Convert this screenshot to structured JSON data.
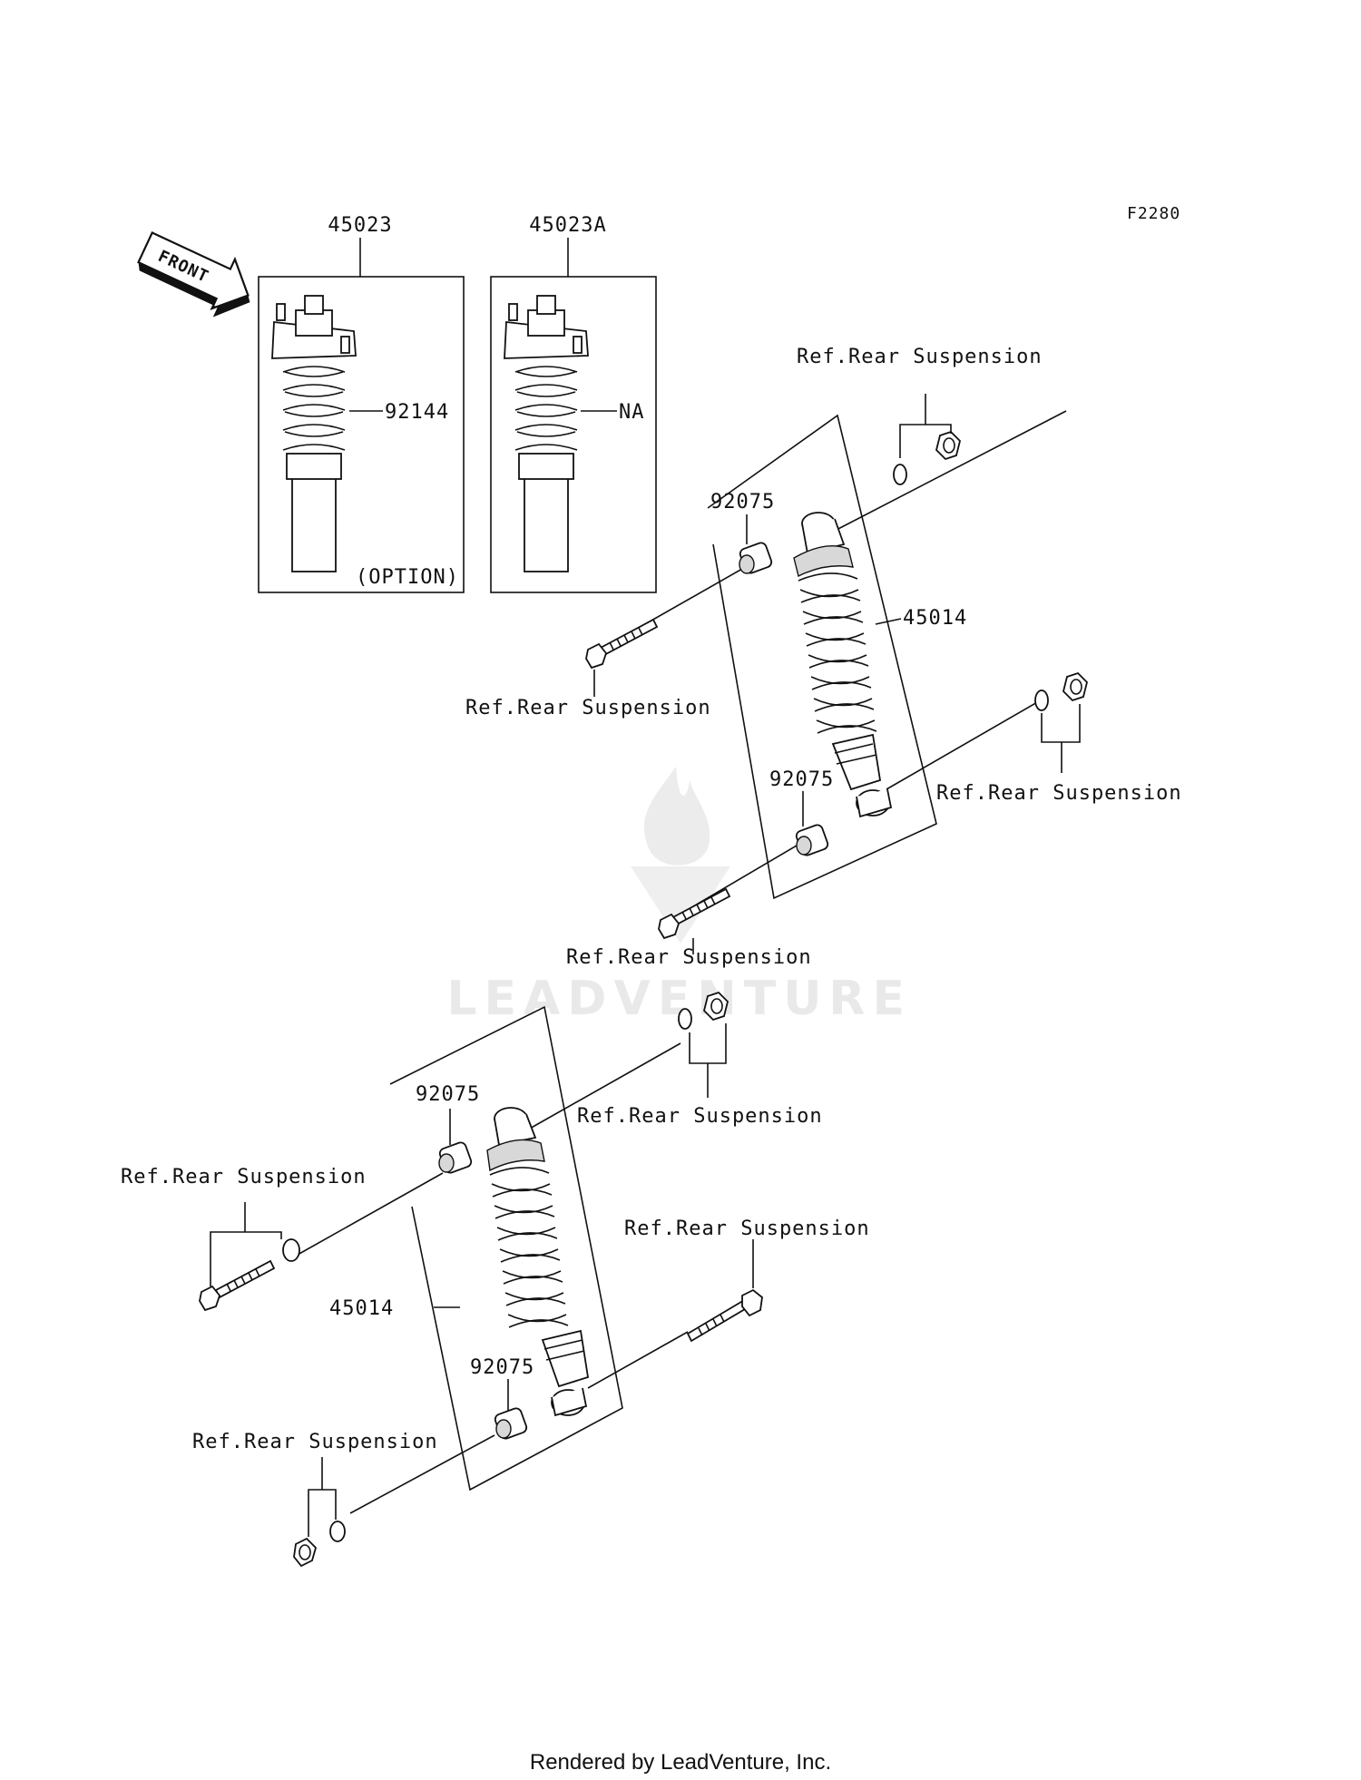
{
  "diagram_id": "F2280",
  "front_arrow_label": "FRONT",
  "watermark": "LEADVENTURE",
  "footer": "Rendered by LeadVenture, Inc.",
  "option_box": {
    "part_number": "45023",
    "spring_part": "92144",
    "note": "(OPTION)"
  },
  "option_box_a": {
    "part_number": "45023A",
    "spring_part": "NA"
  },
  "upper_shock": {
    "part_number": "45014",
    "top_bushing": "92075",
    "bottom_bushing": "92075",
    "ref_top_nut": "Ref.Rear Suspension",
    "ref_top_bolt": "Ref.Rear Suspension",
    "ref_bottom_nut": "Ref.Rear Suspension",
    "ref_bottom_bolt": "Ref.Rear Suspension"
  },
  "lower_shock": {
    "part_number": "45014",
    "top_bushing": "92075",
    "bottom_bushing": "92075",
    "ref_top_nut": "Ref.Rear Suspension",
    "ref_top_bolt": "Ref.Rear Suspension",
    "ref_bottom_bolt": "Ref.Rear Suspension",
    "ref_bottom_nut": "Ref.Rear Suspension"
  }
}
